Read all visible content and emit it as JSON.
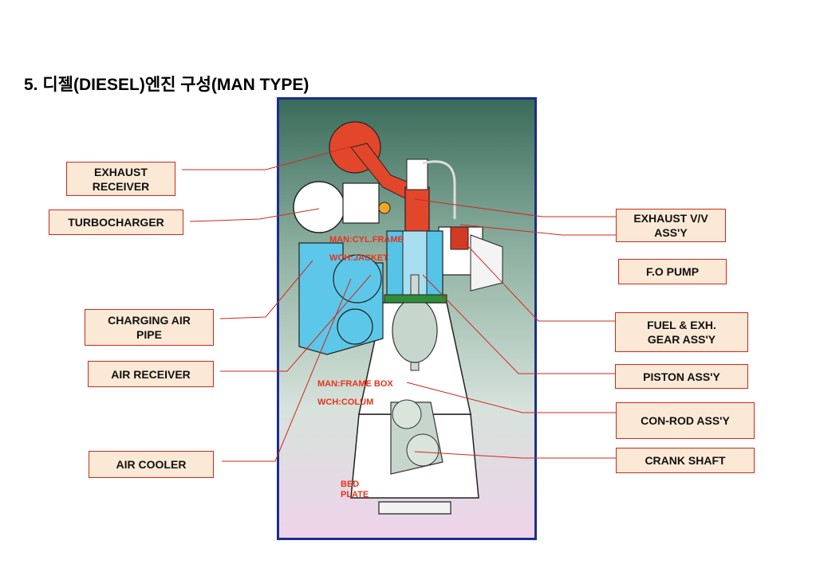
{
  "title": "5. 디젤(DIESEL)엔진 구성(MAN TYPE)",
  "colors": {
    "line": "#d0281e",
    "label_bg": "#fbe9d6",
    "frame": "#1a2f8a",
    "inner_text": "#e8321c"
  },
  "left_labels": {
    "exhaust_receiver": "EXHAUST\nRECEIVER",
    "turbocharger": "TURBOCHARGER",
    "charging_air_pipe": "CHARGING AIR\nPIPE",
    "air_receiver": "AIR RECEIVER",
    "air_cooler": "AIR COOLER"
  },
  "right_labels": {
    "exhaust_vv": "EXHAUST V/V\nASS'Y",
    "fo_pump": "F.O PUMP",
    "fuel_exh_gear": "FUEL & EXH.\nGEAR ASS'Y",
    "piston": "PISTON ASS'Y",
    "conrod": "CON-ROD ASS'Y",
    "crank_shaft": "CRANK SHAFT"
  },
  "inner_labels": {
    "cyl_frame": "MAN:CYL.FRAME",
    "jacket": "WCH:JACKET",
    "frame_box": "MAN:FRAME BOX",
    "colum": "WCH:COLUM",
    "bed_plate": "BED\nPLATE"
  }
}
